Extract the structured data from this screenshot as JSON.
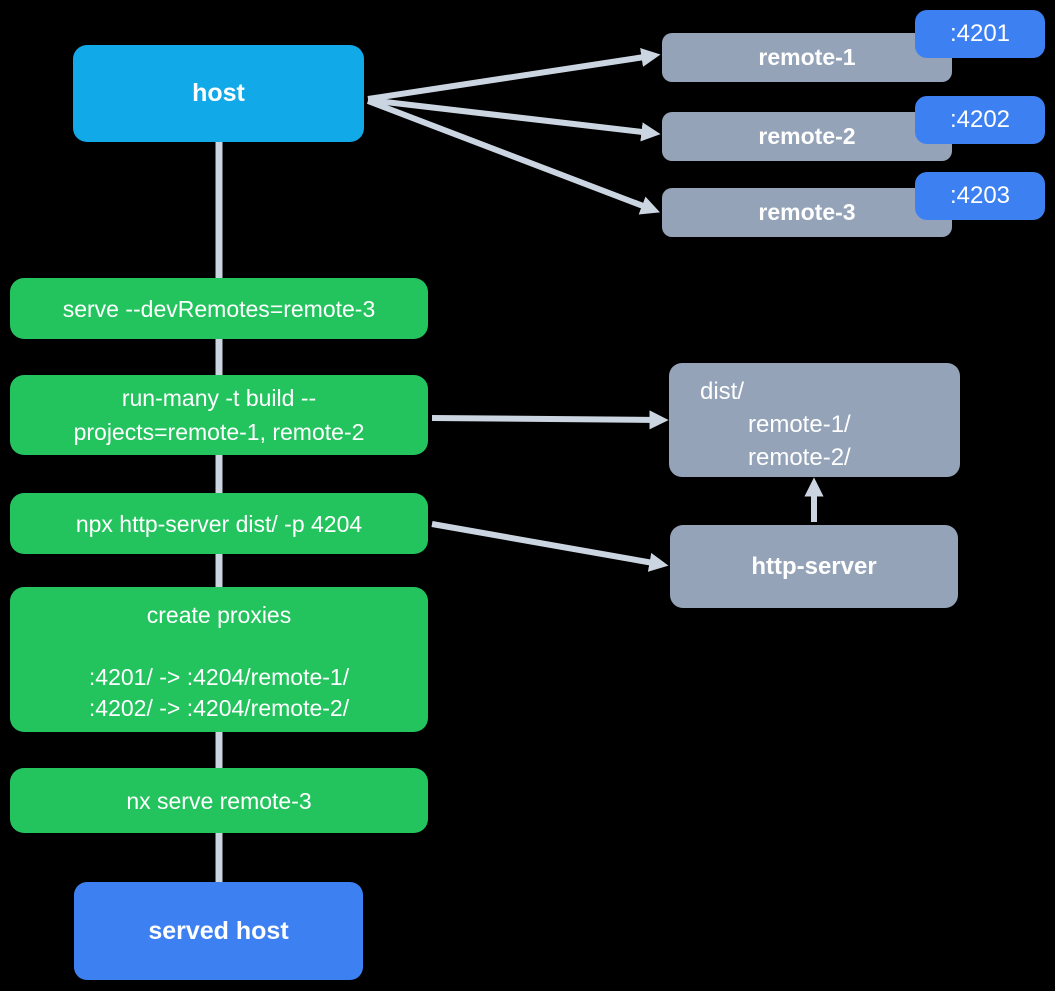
{
  "canvas": {
    "background": "#000000"
  },
  "palette": {
    "host_blue": "#12a9e9",
    "port_blue": "#3d80f2",
    "command_green": "#23c45e",
    "node_slate": "#94a3b8",
    "connector_gray": "#cbd5e1",
    "text_white": "#ffffff"
  },
  "nodes": {
    "host": {
      "label": "host"
    },
    "served_host": {
      "label": "served host"
    },
    "remotes": [
      {
        "label": "remote-1",
        "port": ":4201"
      },
      {
        "label": "remote-2",
        "port": ":4202"
      },
      {
        "label": "remote-3",
        "port": ":4203"
      }
    ],
    "commands": {
      "serve": "serve --devRemotes=remote-3",
      "run_many_line1": "run-many -t build --",
      "run_many_line2": "projects=remote-1, remote-2",
      "http_server": "npx http-server dist/ -p 4204",
      "proxies_title": "create proxies",
      "proxy_rule1": ":4201/ -> :4204/remote-1/",
      "proxy_rule2": ":4202/ -> :4204/remote-2/",
      "nx_serve": "nx serve remote-3"
    },
    "dist": {
      "line1": "dist/",
      "line2": "remote-1/",
      "line3": "remote-2/"
    },
    "http_server": {
      "label": "http-server"
    }
  }
}
